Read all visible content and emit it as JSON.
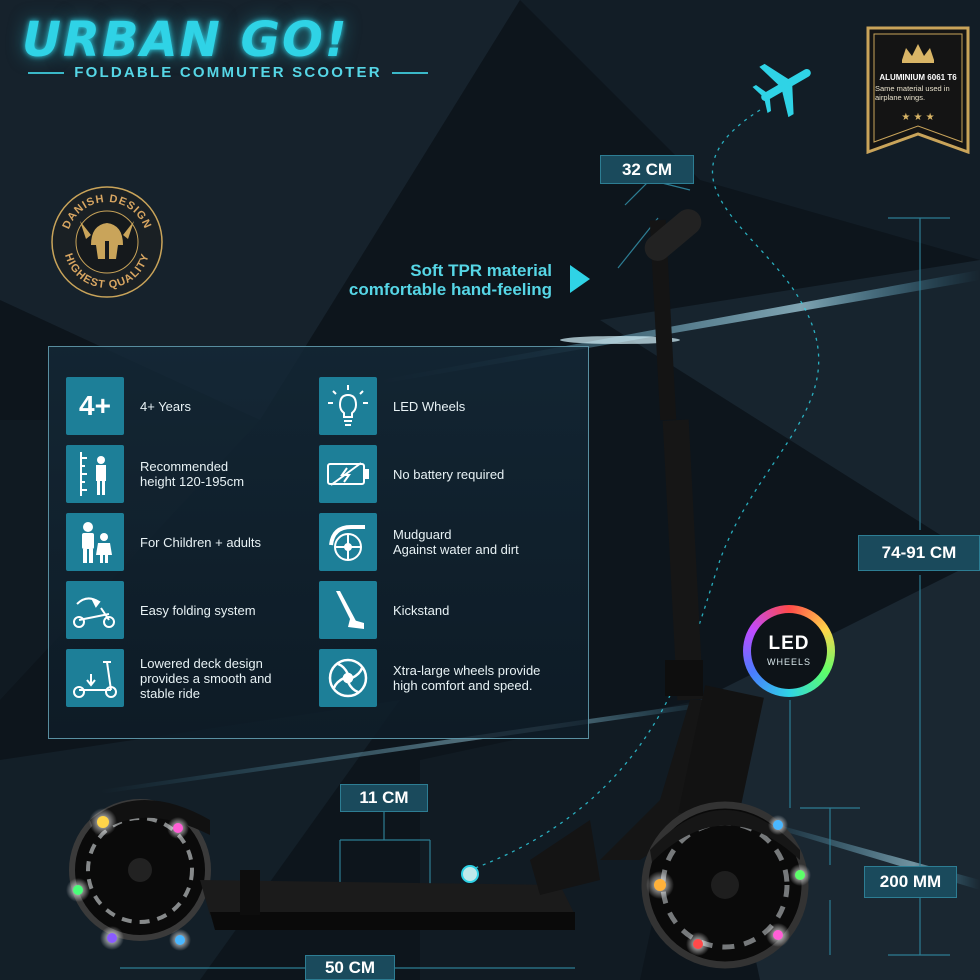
{
  "brand": {
    "title": "URBAN GO!",
    "subtitle": "FOLDABLE COMMUTER SCOOTER"
  },
  "material_badge": {
    "title": "ALUMINIUM 6061 T6",
    "note": "Same material used in airplane wings."
  },
  "design_seal": {
    "top_text": "DANISH DESIGN",
    "bottom_text": "HIGHEST QUALITY"
  },
  "grip_callout": {
    "line1": "Soft TPR material",
    "line2": "comfortable hand-feeling"
  },
  "features": [
    {
      "icon": "age-4plus-icon",
      "icon_text": "4+",
      "label": "4+ Years"
    },
    {
      "icon": "height-ruler-icon",
      "label": "Recommended\nheight 120-195cm"
    },
    {
      "icon": "family-icon",
      "label": "For Children + adults"
    },
    {
      "icon": "folding-scooter-icon",
      "label": "Easy folding system"
    },
    {
      "icon": "lowered-deck-icon",
      "label": "Lowered deck design\nprovides a smooth and\nstable ride"
    },
    {
      "icon": "led-bulb-icon",
      "label": "LED Wheels"
    },
    {
      "icon": "no-battery-icon",
      "label": "No battery required"
    },
    {
      "icon": "mudguard-icon",
      "label": "Mudguard\nAgainst water and dirt"
    },
    {
      "icon": "kickstand-icon",
      "label": "Kickstand"
    },
    {
      "icon": "large-wheel-icon",
      "label": "Xtra-large wheels provide\nhigh comfort and speed."
    }
  ],
  "dimensions": {
    "handlebar_width": "32 CM",
    "height_range": "74-91 CM",
    "deck_width": "11 CM",
    "wheel_size": "200 MM",
    "deck_length": "50 CM"
  },
  "led_badge": {
    "title": "LED",
    "sub": "WHEELS"
  },
  "colors": {
    "accent": "#2fd3e6",
    "icon_tile": "#1d7f98",
    "gold": "#c9a45a",
    "background": "#0c1319"
  }
}
